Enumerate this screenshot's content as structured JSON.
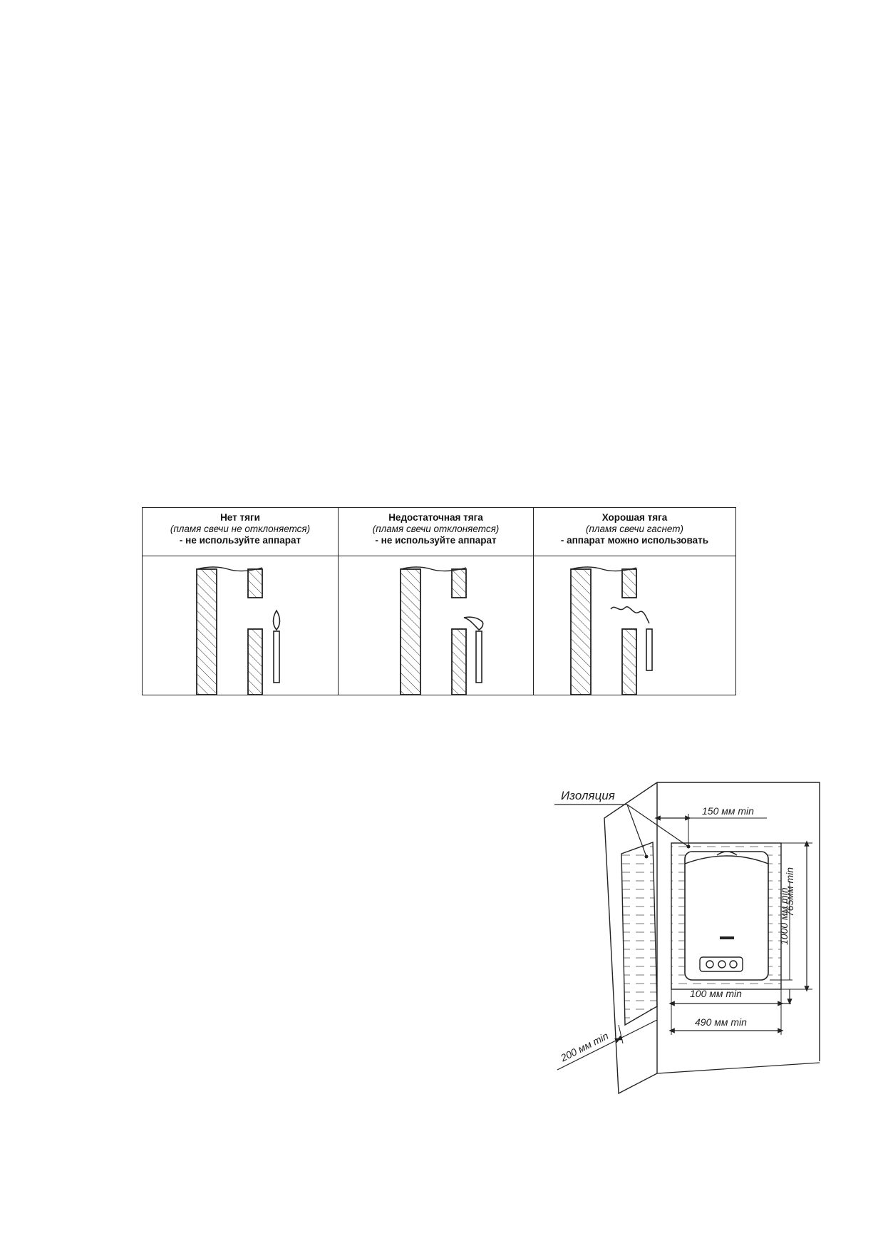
{
  "draft_check": {
    "columns": [
      {
        "title": "Нет тяги",
        "note": "(пламя свечи не отклоняется)",
        "verdict": "- не используйте аппарат",
        "flame_state": "upright",
        "icon": "candle-upright-icon"
      },
      {
        "title": "Недостаточная тяга",
        "note": "(пламя свечи отклоняется)",
        "verdict": "- не используйте аппарат",
        "flame_state": "deflected",
        "icon": "candle-deflected-icon"
      },
      {
        "title": "Хорошая тяга",
        "note": "(пламя свечи гаснет)",
        "verdict": "- аппарат можно использовать",
        "flame_state": "extinguished",
        "icon": "candle-smoke-icon"
      }
    ]
  },
  "installation": {
    "insulation_label": "Изоляция",
    "dim_top": "150 мм min",
    "dim_height_total": "765мм min",
    "dim_height_lower": "1000 мм min",
    "dim_bottom_gap": "100 мм min",
    "dim_width": "490 мм min",
    "dim_side_wall": "200 мм min"
  }
}
